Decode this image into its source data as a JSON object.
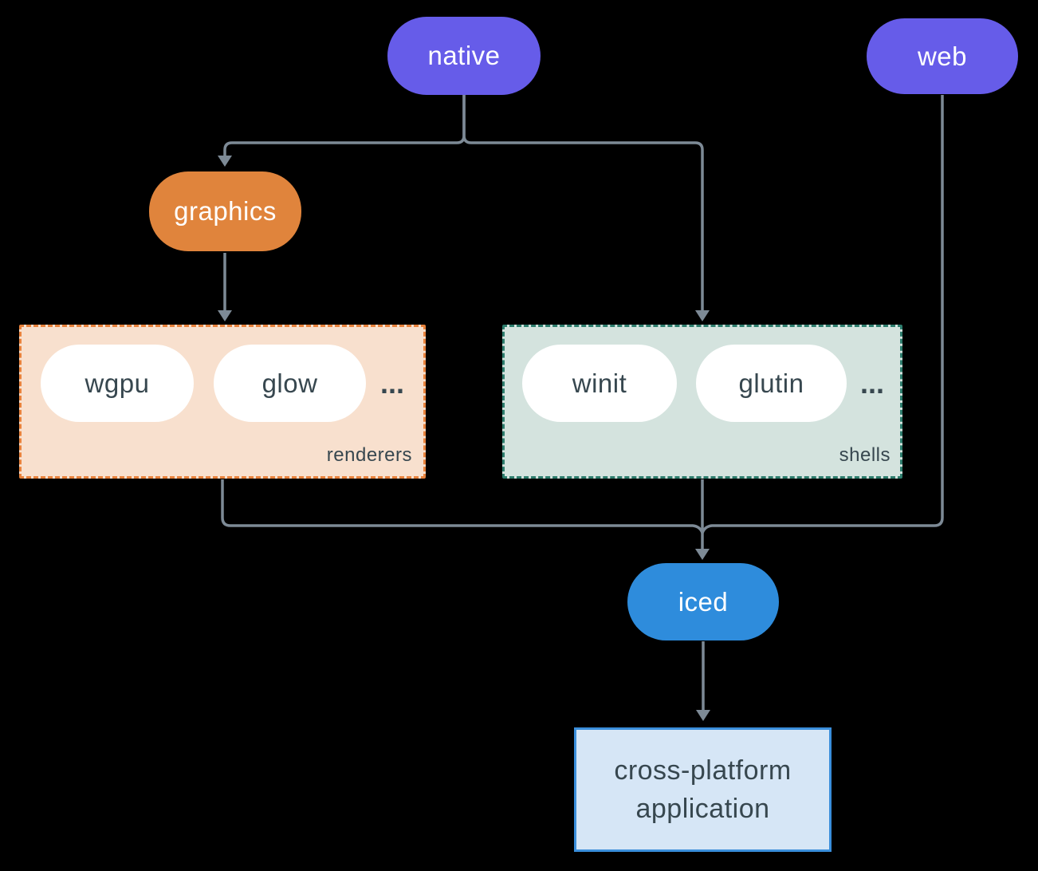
{
  "colors": {
    "background": "#000000",
    "line": "#7d8a96",
    "node_text_light": "#ffffff",
    "node_text_dark": "#37474f",
    "purple": "#665ce9",
    "orange": "#e0843c",
    "blue": "#2e8cdc",
    "white_pill": "#ffffff",
    "renderers_fill": "#f8e0ce",
    "renderers_border": "#e8823c",
    "shells_fill": "#d4e3de",
    "shells_border": "#2d7d6d",
    "app_fill": "#d6e6f6",
    "app_border": "#3a8edb"
  },
  "nodes": {
    "native": "native",
    "web": "web",
    "graphics": "graphics",
    "wgpu": "wgpu",
    "glow": "glow",
    "winit": "winit",
    "glutin": "glutin",
    "iced": "iced",
    "app": "cross-platform application"
  },
  "groups": {
    "renderers": {
      "label": "renderers",
      "more": "..."
    },
    "shells": {
      "label": "shells",
      "more": "..."
    }
  },
  "edges": [
    {
      "from": "native",
      "to": "graphics",
      "arrow": true
    },
    {
      "from": "native",
      "to": "shells",
      "arrow": true
    },
    {
      "from": "graphics",
      "to": "renderers",
      "arrow": true
    },
    {
      "from": "renderers",
      "to": "iced",
      "arrow": false
    },
    {
      "from": "shells",
      "to": "iced",
      "arrow": true
    },
    {
      "from": "web",
      "to": "iced",
      "arrow": false
    },
    {
      "from": "iced",
      "to": "app",
      "arrow": true
    }
  ]
}
